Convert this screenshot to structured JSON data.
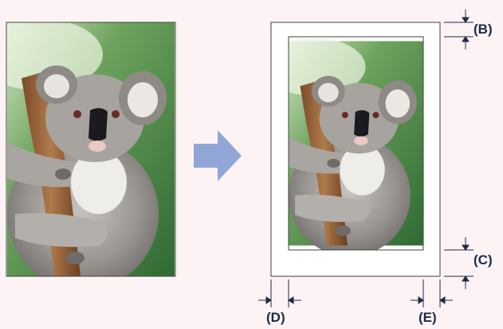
{
  "diagram": {
    "description_labels": {
      "b": "(B)",
      "c": "(C)",
      "d": "(D)",
      "e": "(E)"
    },
    "photo_subject": "koala-photo",
    "arrow_icon": "right-arrow-icon",
    "colors": {
      "background": "#fdf3f5",
      "arrow": "#8fa6d6",
      "paper": "#ffffff",
      "dimension_lines": "#1f2a44",
      "photo_background": "#4f8e4a"
    }
  }
}
